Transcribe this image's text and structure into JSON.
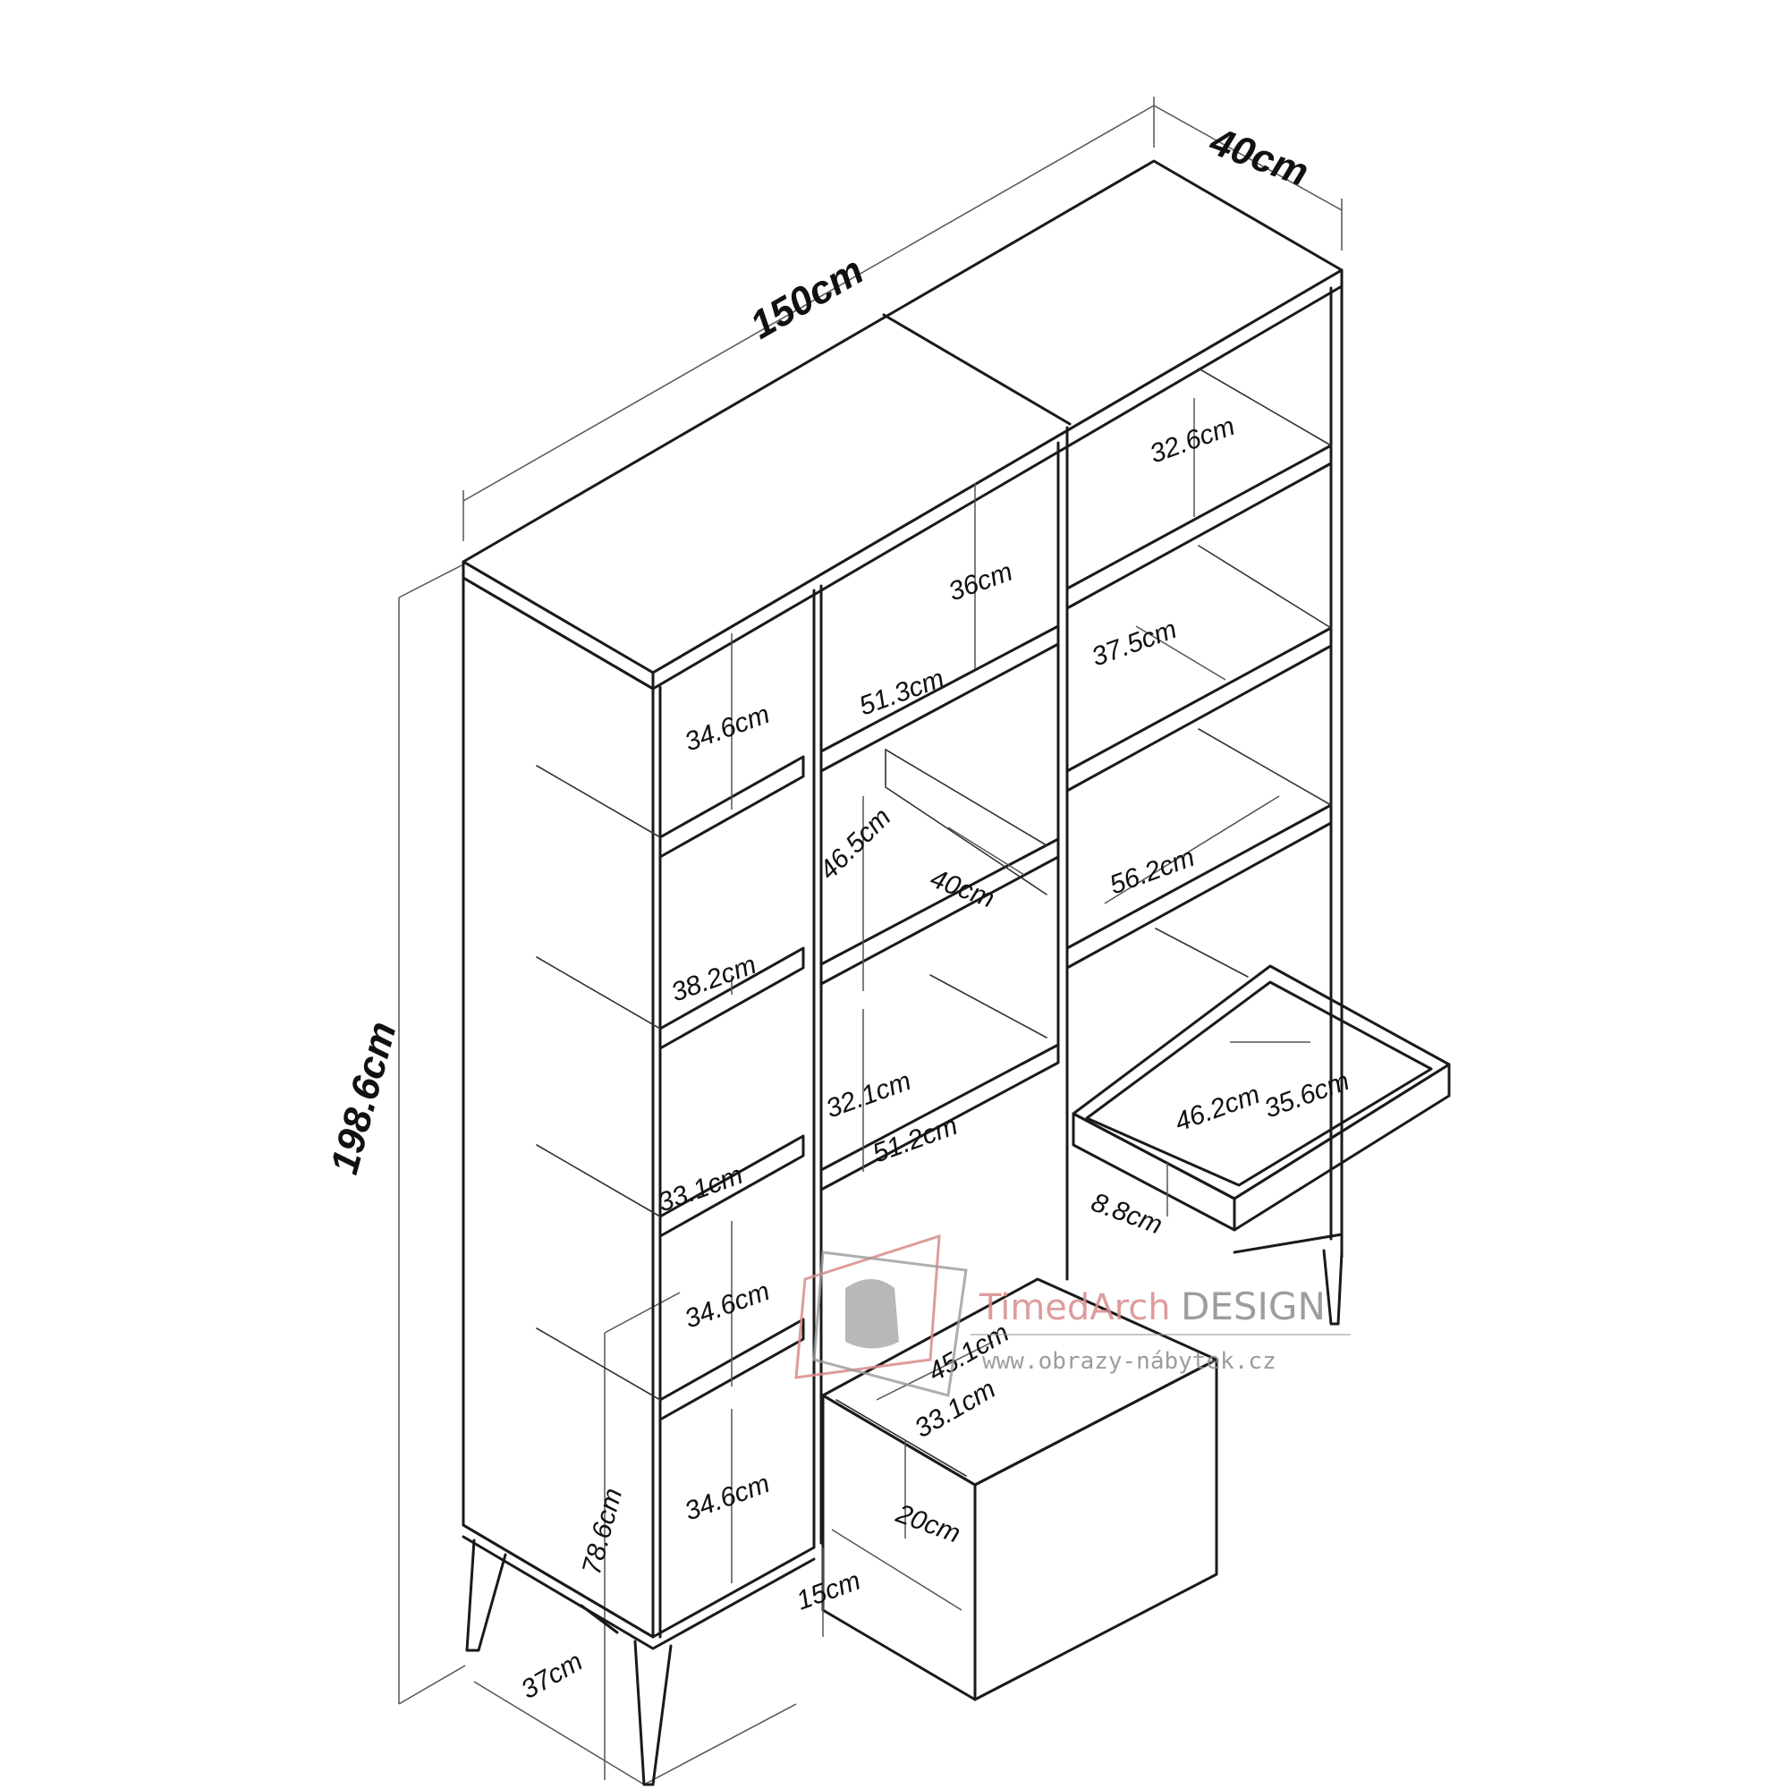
{
  "dimensions": {
    "width": "150cm",
    "depth": "40cm",
    "height": "198.6cm",
    "left_compartment_1": "34.6cm",
    "left_compartment_2": "38.2cm",
    "left_compartment_3": "33.1cm",
    "left_compartment_4": "34.6cm",
    "left_compartment_5": "34.6cm",
    "left_module_height": "78.6cm",
    "leg_height": "15cm",
    "leg_depth": "37cm",
    "center_top_height": "36cm",
    "center_top_width": "51.3cm",
    "center_mid_height": "46.5cm",
    "center_mid_depth": "40cm",
    "center_low_height": "32.1cm",
    "center_low_width": "51.2cm",
    "bottom_drawer_width": "45.1cm",
    "bottom_drawer_depth": "33.1cm",
    "bottom_drawer_height": "20cm",
    "right_top_height": "32.6cm",
    "right_second_depth": "37.5cm",
    "right_third_width": "56.2cm",
    "right_drawer_width": "46.2cm",
    "right_drawer_depth": "35.6cm",
    "right_drawer_height": "8.8cm"
  },
  "watermark": {
    "brand": "TimedArch",
    "design": "DESIGN",
    "url": "www.obrazy-nábytek.cz",
    "logo_icon": "armchair-logo-icon",
    "accent_color": "#d98b8b"
  }
}
